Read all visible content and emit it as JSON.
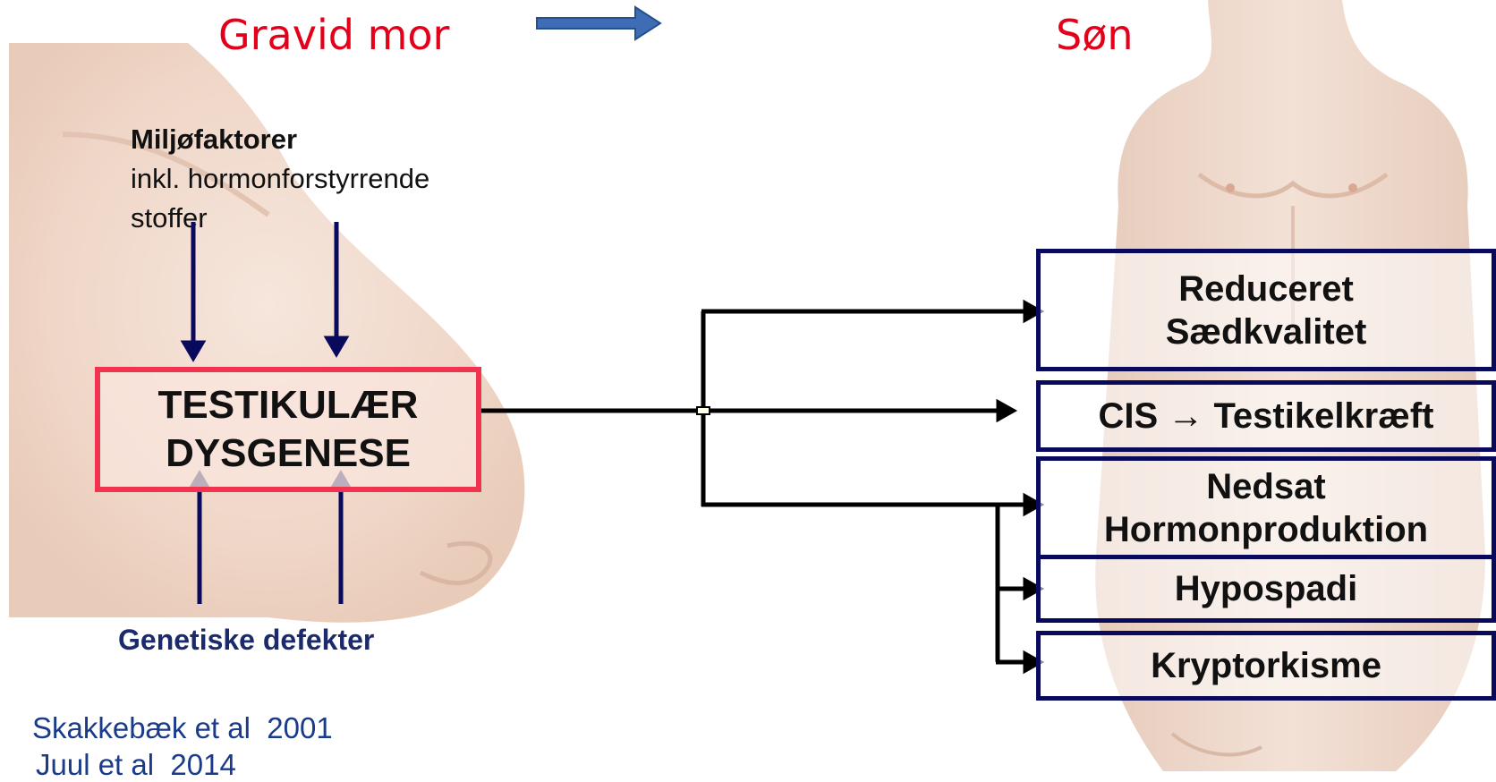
{
  "header": {
    "left_title": "Gravid mor",
    "right_title": "Søn"
  },
  "inputs": {
    "env_title": "Miljøfaktorer",
    "env_line1": "inkl. hormonforstyrrende",
    "env_line2": "stoffer",
    "genetic": "Genetiske defekter"
  },
  "center": {
    "line1": "TESTIKULÆR",
    "line2": "DYSGENESE"
  },
  "outcomes": [
    {
      "line1": "Reduceret",
      "line2": "Sædkvalitet"
    },
    {
      "line1": "CIS → Testikelkræft"
    },
    {
      "line1": "Nedsat",
      "line2": "Hormonproduktion"
    },
    {
      "line1": "Hypospadi"
    },
    {
      "line1": "Kryptorkisme"
    }
  ],
  "references": {
    "ref1": "Skakkebæk et al  2001",
    "ref2": "Juul et al  2014"
  },
  "colors": {
    "title": "#e2001a",
    "box_border": "#0a0a5c",
    "center_border": "#f0334e",
    "arrow_blue": "#0a0a5c",
    "header_arrow": "#3f6db5",
    "reference_text": "#1a3a8a",
    "genetic_text": "#1a2a6c"
  }
}
